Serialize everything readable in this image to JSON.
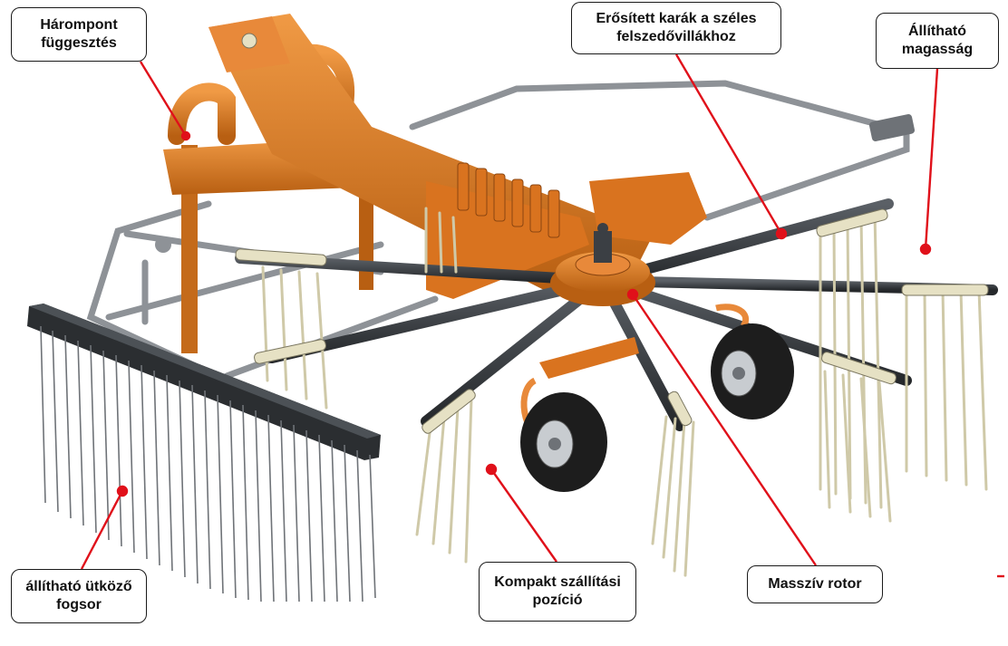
{
  "callouts": {
    "hitch": {
      "line1": "Hárompont",
      "line2": "függesztés"
    },
    "arms": {
      "line1": "Erősített karák a széles",
      "line2": "felszedővillákhoz"
    },
    "height": {
      "line1": "Állítható",
      "line2": "magasság"
    },
    "tines": {
      "line1": "állítható ütköző",
      "line2": "fogsor"
    },
    "transport": {
      "line1": "Kompakt szállítási",
      "line2": "pozíció"
    },
    "rotor": {
      "line1": "Masszív rotor"
    }
  },
  "colors": {
    "leader": "#e0101a",
    "frame": "#d9731f",
    "frame_dark": "#a9530e",
    "arm": "#3b3f44",
    "rail": "#8e9297",
    "tine": "#e6e1c4",
    "tine_stroke": "#9a9478",
    "tire": "#1d1d1d",
    "rim": "#c8ccd0"
  }
}
